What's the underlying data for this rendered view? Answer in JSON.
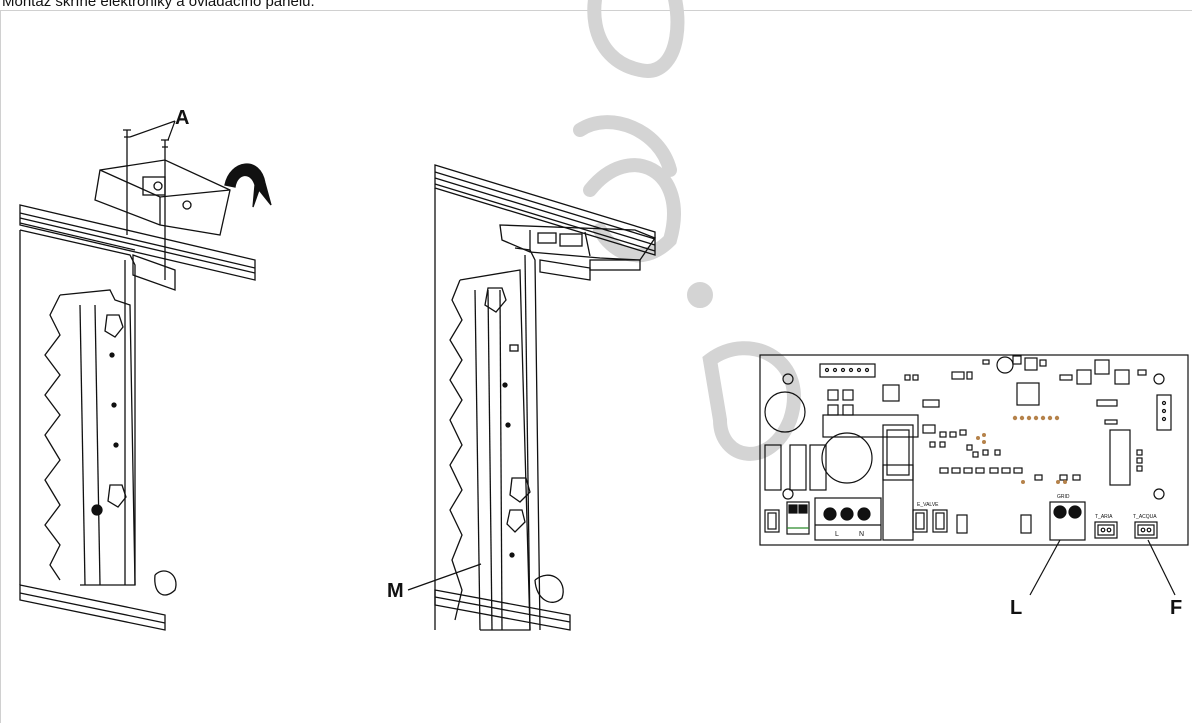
{
  "page": {
    "title": "Montáž skříně elektroniky a ovládacího panelu."
  },
  "colors": {
    "line": "#111111",
    "watermark": "#d4d4d4",
    "pad": "#b5824a"
  },
  "figure1": {
    "callout_a": "A"
  },
  "figure2": {
    "callout_m": "M"
  },
  "figure3": {
    "callout_l": "L",
    "callout_f": "F",
    "board_labels": {
      "e_valve": "E_VALVE",
      "grid": "GRID",
      "t_aria": "T_ARIA",
      "t_acqua": "T_ACQUA",
      "terminal_l": "L",
      "terminal_n": "N"
    }
  }
}
